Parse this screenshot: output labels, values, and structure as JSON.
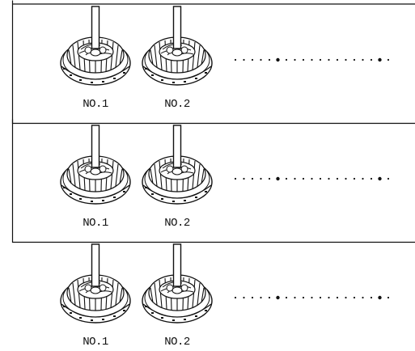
{
  "units": [
    {
      "labels": [
        "NO.1",
        "NO.2"
      ]
    },
    {
      "labels": [
        "NO.1",
        "NO.2"
      ]
    },
    {
      "labels": [
        "NO.1",
        "NO.2"
      ]
    }
  ],
  "colors": {
    "line": "#111111",
    "background": "#ffffff"
  },
  "icons": [
    "heatsink-lamp-icon",
    "continuation-dots"
  ]
}
